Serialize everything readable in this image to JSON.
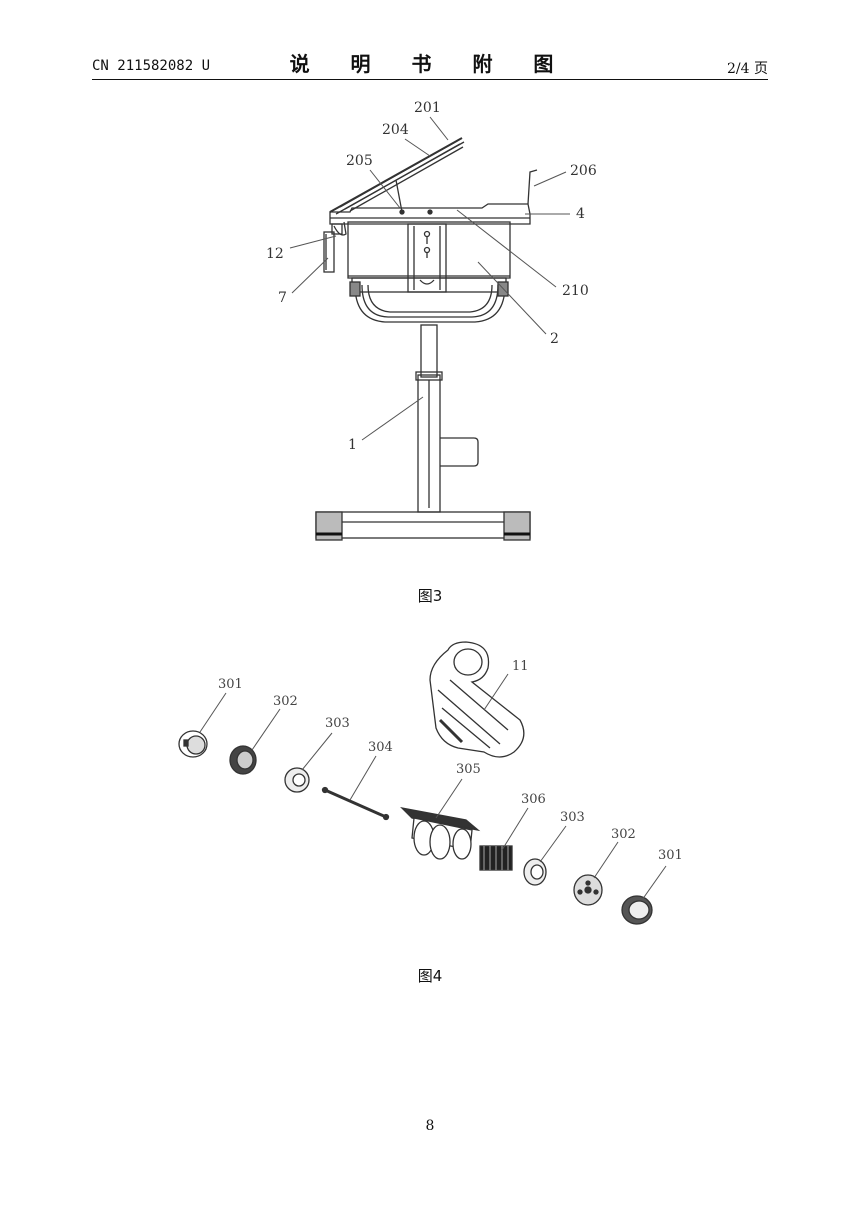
{
  "header": {
    "patent_number": "CN 211582082 U",
    "title": "说 明 书 附 图",
    "page_of": "2/4 页"
  },
  "figure3": {
    "caption": "图3",
    "labels": {
      "l201": "201",
      "l204": "204",
      "l205": "205",
      "l206": "206",
      "l4": "4",
      "l12": "12",
      "l7": "7",
      "l210": "210",
      "l2": "2",
      "l1": "1"
    }
  },
  "figure4": {
    "caption": "图4",
    "labels": {
      "l301a": "301",
      "l302a": "302",
      "l303a": "303",
      "l304": "304",
      "l305": "305",
      "l306": "306",
      "l303b": "303",
      "l302b": "302",
      "l301b": "301",
      "l11": "11"
    }
  },
  "footer": {
    "page_number": "8"
  }
}
